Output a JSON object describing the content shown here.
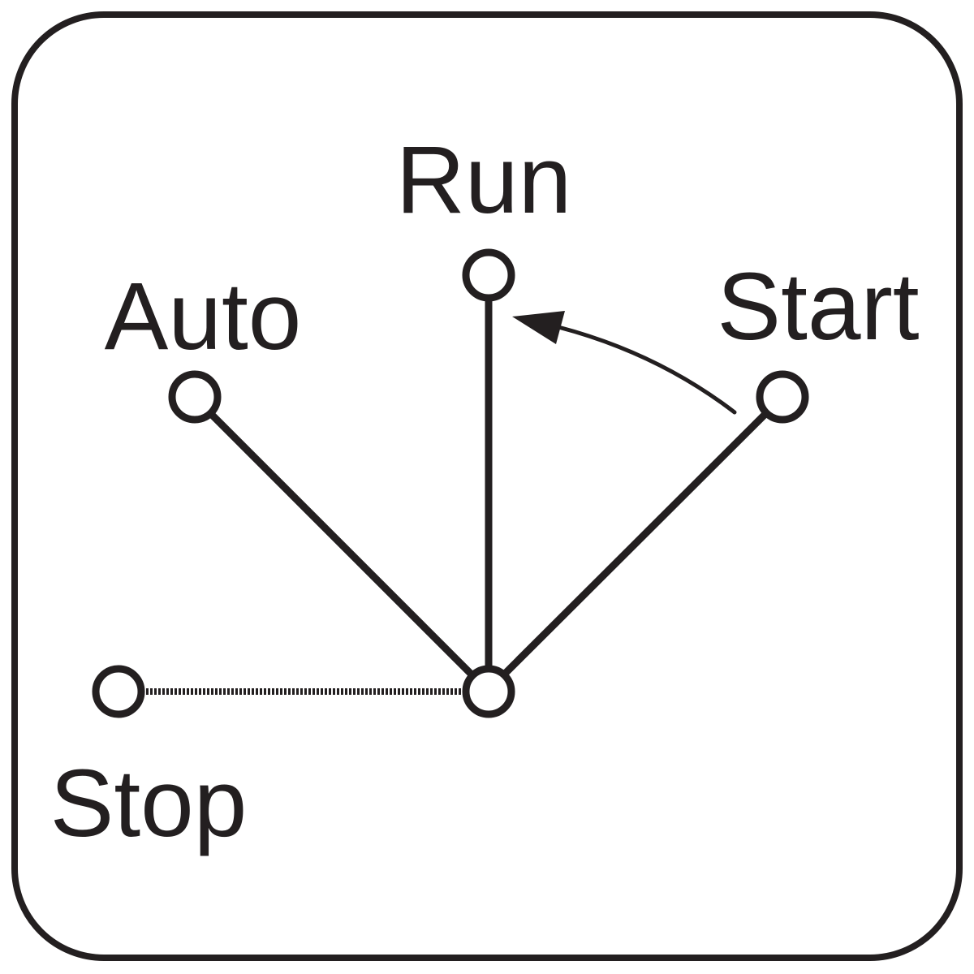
{
  "labels": {
    "run": "Run",
    "auto": "Auto",
    "start": "Start",
    "stop": "Stop"
  },
  "colors": {
    "ink": "#231f20",
    "background": "#ffffff"
  }
}
